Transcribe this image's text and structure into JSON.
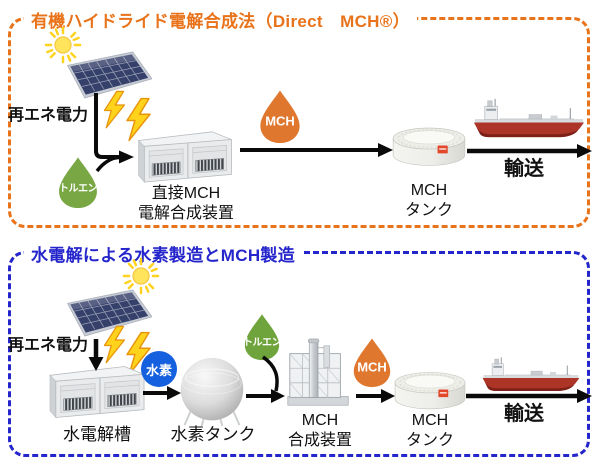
{
  "colors": {
    "top_accent": "#E8731A",
    "bottom_accent": "#2525CC",
    "toluene_green": "#78A743",
    "mch_orange": "#E0772E",
    "hydrogen_blue": "#1560DE",
    "lightning_yellow": "#FFD21C",
    "ship_red": "#AC3528"
  },
  "top_section": {
    "title": "有機ハイドライド電解合成法（Direct　MCH®）",
    "power_label": "再エネ電力",
    "toluene_droplet": "トルエン",
    "electrolyzer": {
      "line1": "直接MCH",
      "line2": "電解合成装置"
    },
    "mch_droplet": "MCH",
    "tank": {
      "line1": "MCH",
      "line2": "タンク"
    },
    "transport": "輸送"
  },
  "bottom_section": {
    "title": "水電解による水素製造とMCH製造",
    "power_label": "再エネ電力",
    "hydrogen_badge": "水素",
    "electrolyzer_label": "水電解槽",
    "hydrogen_tank_label": "水素タンク",
    "toluene_droplet": "トルエン",
    "synthesizer": {
      "line1": "MCH",
      "line2": "合成装置"
    },
    "mch_droplet": "MCH",
    "tank": {
      "line1": "MCH",
      "line2": "タンク"
    },
    "transport": "輸送"
  }
}
